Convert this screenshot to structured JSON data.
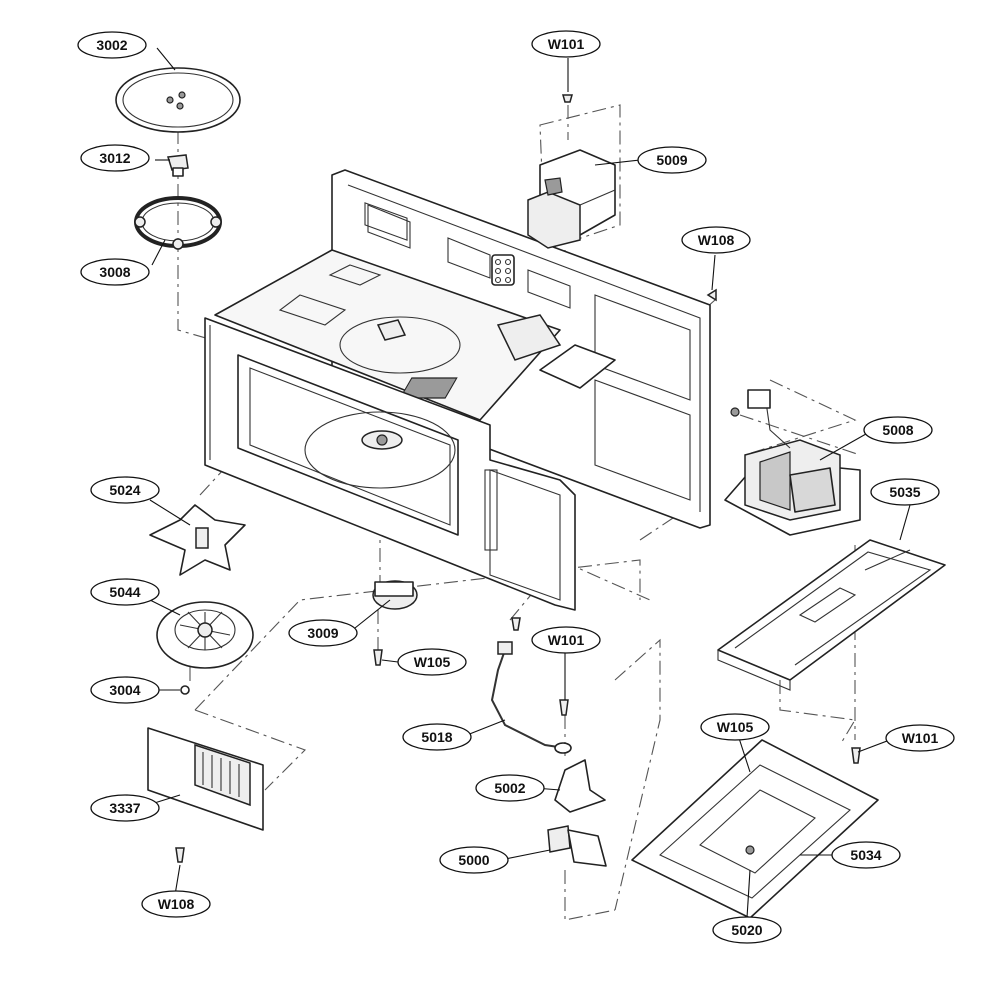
{
  "diagram": {
    "type": "exploded-parts-diagram",
    "callouts": {
      "c3002": "3002",
      "c3012": "3012",
      "c3008": "3008",
      "cw101a": "W101",
      "c5009": "5009",
      "cw108a": "W108",
      "c5008": "5008",
      "c5035": "5035",
      "c5024": "5024",
      "c5044": "5044",
      "c3009": "3009",
      "cw105a": "W105",
      "c3004": "3004",
      "cw101b": "W101",
      "c5018": "5018",
      "c5002": "5002",
      "c5000": "5000",
      "cw105b": "W105",
      "cw101c": "W101",
      "c5034": "5034",
      "c5020": "5020",
      "c3337": "3337",
      "cw108b": "W108"
    }
  }
}
